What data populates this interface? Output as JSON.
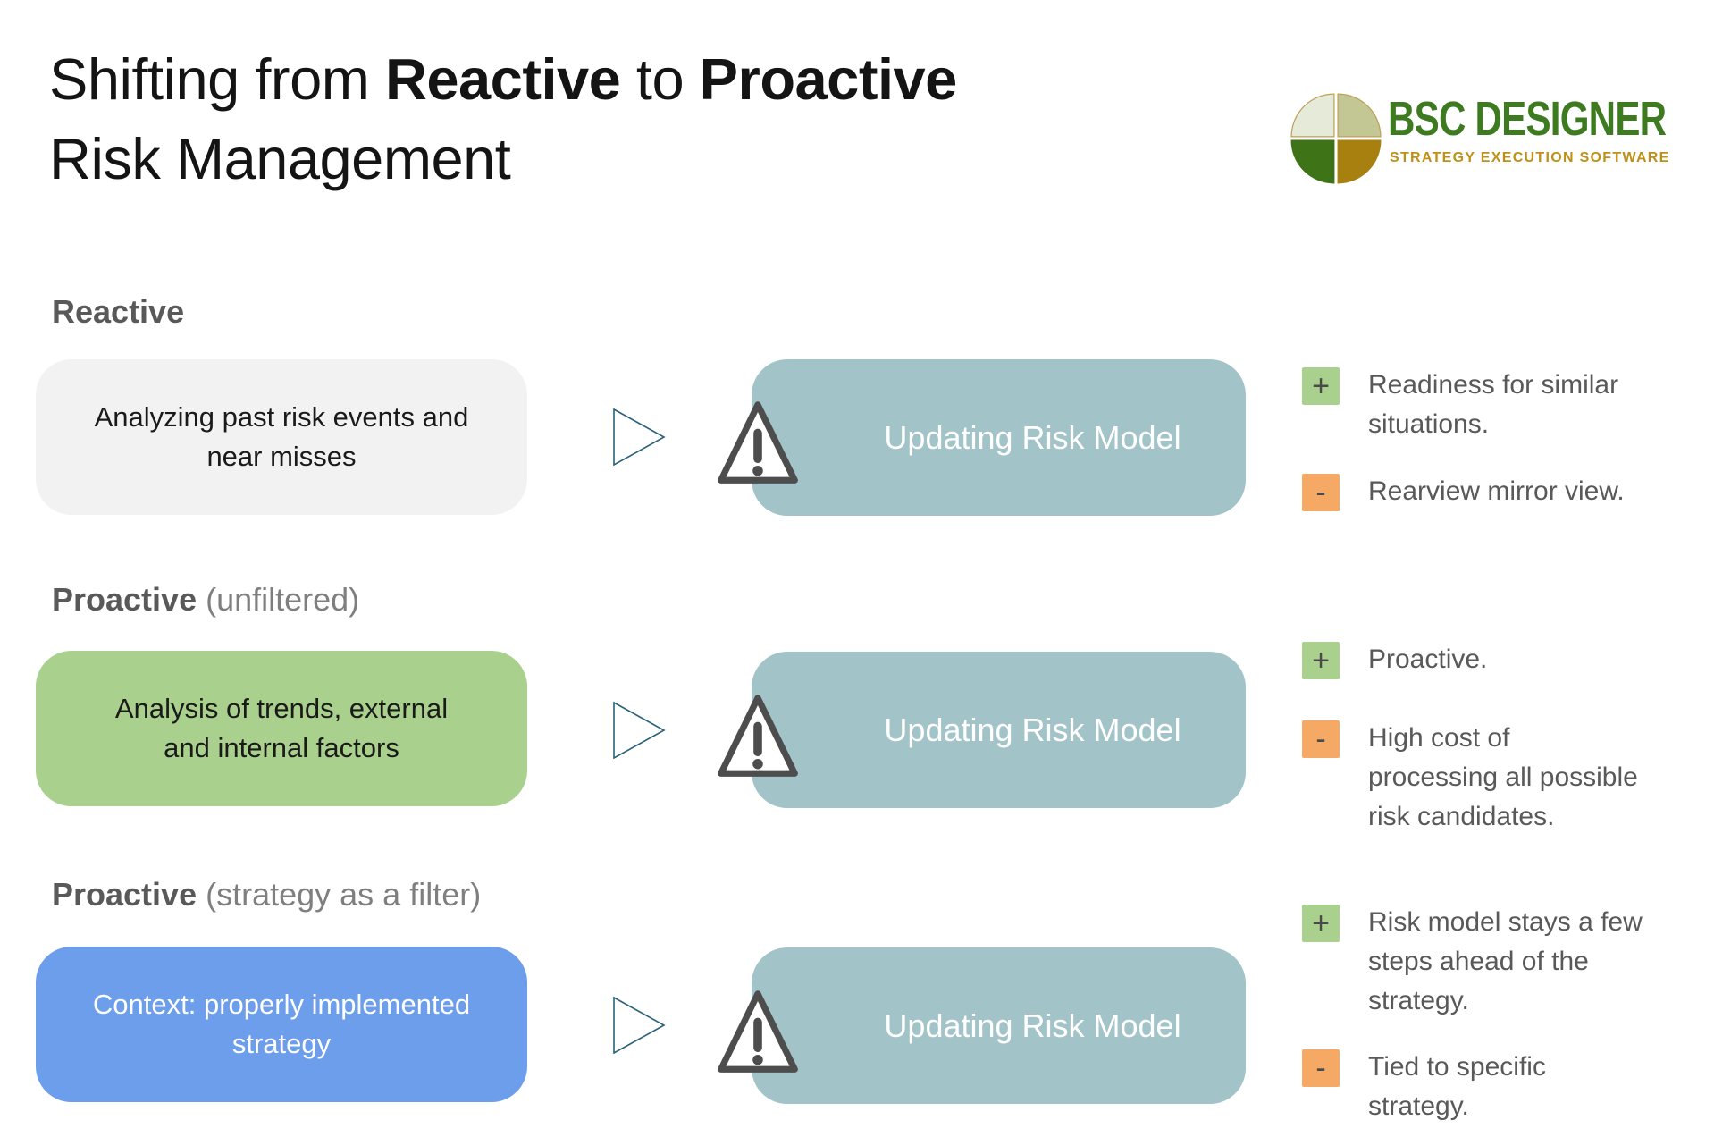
{
  "title": {
    "prefix": "Shifting from ",
    "bold1": "Reactive",
    "middle": " to ",
    "bold2": "Proactive",
    "line2": "Risk Management"
  },
  "logo": {
    "name": "BSC DESIGNER",
    "tagline": "STRATEGY EXECUTION SOFTWARE"
  },
  "middle_label": "Updating Risk Model",
  "glyphs": {
    "plus": "+",
    "minus": "-"
  },
  "rows": [
    {
      "heading_bold": "Reactive",
      "heading_note": "",
      "source_lines": [
        "Analyzing past risk events and",
        "near misses"
      ],
      "pros_lines": [
        "Readiness for similar",
        "situations."
      ],
      "cons_lines": [
        "Rearview mirror view."
      ]
    },
    {
      "heading_bold": "Proactive",
      "heading_note": " (unfiltered)",
      "source_lines": [
        "Analysis of trends, external",
        "and internal factors"
      ],
      "pros_lines": [
        "Proactive."
      ],
      "cons_lines": [
        "High cost of",
        "processing all possible",
        "risk candidates."
      ]
    },
    {
      "heading_bold": "Proactive",
      "heading_note": " (strategy as a filter)",
      "source_lines": [
        "Context: properly implemented",
        "strategy"
      ],
      "pros_lines": [
        "Risk model stays a few",
        "steps ahead of the",
        "strategy."
      ],
      "cons_lines": [
        "Tied to specific",
        "strategy."
      ]
    }
  ],
  "colors": {
    "title_text": "#141414",
    "heading_gray": "#595959",
    "heading_note_gray": "#7f7f7f",
    "source1_bg": "#f2f2f2",
    "source2_bg": "#a9d08d",
    "source3_bg": "#6d9eeb",
    "source_dark_text": "#1a1a1a",
    "source_light_text": "#ffffff",
    "mid_bg": "#a2c3c8",
    "mid_text": "#ffffff",
    "arrow_stroke": "#2a627a",
    "warning_stroke": "#4d4d4d",
    "plus_bg": "#a9d08d",
    "minus_bg": "#f5a964",
    "sq_glyph": "#4a4a4a",
    "ann_text": "#595959",
    "logo_green": "#3d7a20",
    "logo_gold": "#bf9015",
    "pie_tl": "#e6ead9",
    "pie_tr": "#c3c794",
    "pie_bl": "#3f7318",
    "pie_br": "#a8800f",
    "pie_outline": "#bfa05a"
  }
}
